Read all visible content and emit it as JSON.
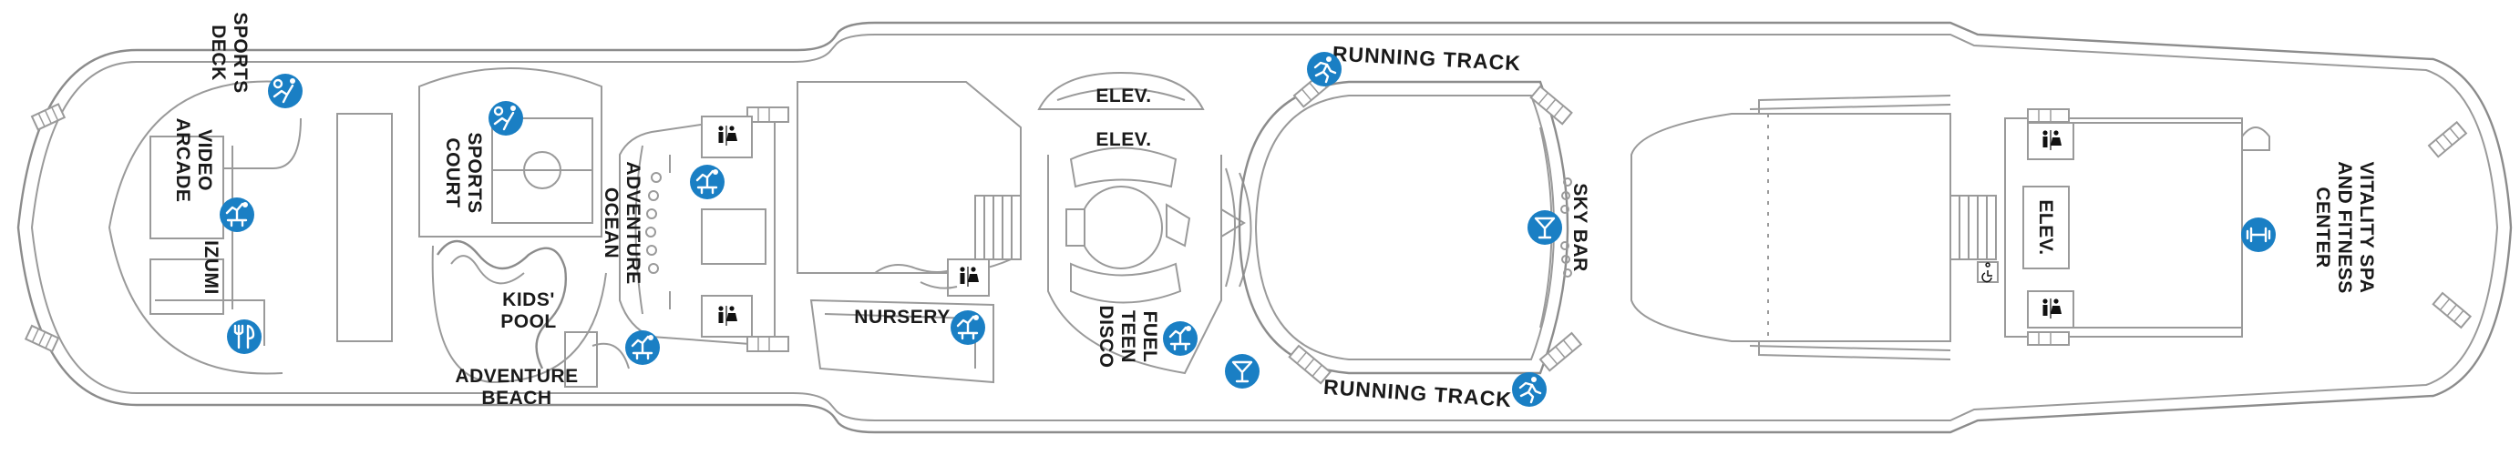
{
  "deck": {
    "colors": {
      "outline": "#9a9a9a",
      "icon_blue": "#1a7fc4",
      "text": "#1a1a1a"
    },
    "venues": {
      "sports_deck": [
        "SPORTS",
        "DECK"
      ],
      "video_arcade": [
        "VIDEO",
        "ARCADE"
      ],
      "izumi": [
        "IZUMI"
      ],
      "sports_court": [
        "SPORTS",
        "COURT"
      ],
      "kids_pool": [
        "KIDS'",
        "POOL"
      ],
      "adventure_beach": [
        "ADVENTURE",
        "BEACH"
      ],
      "adventure_ocean": [
        "ADVENTURE",
        "OCEAN"
      ],
      "nursery": [
        "NURSERY"
      ],
      "fuel_teen_disco": [
        "FUEL",
        "TEEN",
        "DISCO"
      ],
      "elevator_top": [
        "ELEV."
      ],
      "elevator_mid": [
        "ELEV."
      ],
      "running_track_top": [
        "RUNNING TRACK"
      ],
      "running_track_bottom": [
        "RUNNING TRACK"
      ],
      "sky_bar": [
        "SKY BAR"
      ],
      "elevator_right": [
        "ELEV."
      ],
      "vitality_spa": [
        "VITALITY SPA",
        "AND FITNESS",
        "CENTER"
      ]
    },
    "icons": {
      "sports_deck": "sports-icon",
      "video_arcade": "kids-activities-icon",
      "izumi": "dining-icon",
      "sports_court": "sports-icon",
      "adventure_beach": "kids-activities-icon",
      "adventure_ocean": "kids-activities-icon",
      "nursery": "kids-activities-icon",
      "fuel_teen_disco": "kids-activities-icon",
      "bar": "cocktail-icon",
      "running_track_top": "running-icon",
      "running_track_bottom": "running-icon",
      "sky_bar": "cocktail-icon",
      "vitality_spa": "fitness-icon"
    }
  }
}
